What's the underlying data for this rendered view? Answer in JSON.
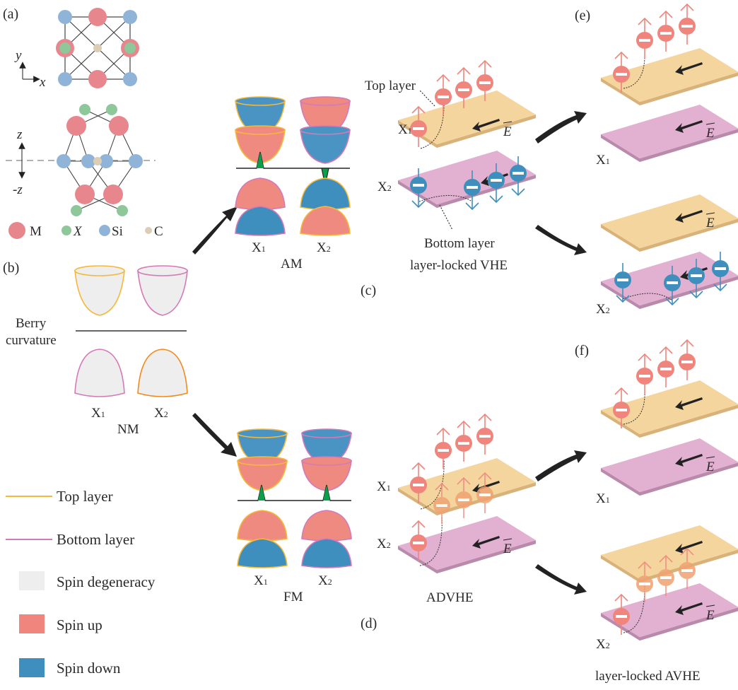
{
  "colors": {
    "atom_M": "#e8868d",
    "atom_X": "#8ec79a",
    "atom_Si": "#8fb4d8",
    "atom_C": "#dccdb5",
    "top_layer": "#f5b93a",
    "bottom_layer": "#d47ab8",
    "spin_degeneracy": "#eeeeee",
    "spin_up": "#ef857c",
    "spin_down": "#3f8fbe",
    "top_plate": "#f5d59e",
    "bottom_plate": "#e2b0d0",
    "berry_peak": "#0aa04a",
    "arrow": "#222222"
  },
  "panel_a": {
    "label": "(a)",
    "axis_y": "y",
    "axis_x": "x",
    "axis_z_up": "z",
    "axis_z_down": "-z",
    "legend": [
      {
        "name": "M",
        "color_key": "atom_M"
      },
      {
        "name": "X",
        "color_key": "atom_X"
      },
      {
        "name": "Si",
        "color_key": "atom_Si"
      },
      {
        "name": "C",
        "color_key": "atom_C"
      }
    ]
  },
  "panel_b": {
    "label": "(b)",
    "berry_label_line1": "Berry",
    "berry_label_line2": "curvature",
    "valley1": "X",
    "valley1_sub": "1",
    "valley2": "X",
    "valley2_sub": "2",
    "title": "NM"
  },
  "am": {
    "title": "AM",
    "valley1": "X",
    "valley1_sub": "1",
    "valley2": "X",
    "valley2_sub": "2"
  },
  "fm": {
    "title": "FM",
    "valley1": "X",
    "valley1_sub": "1",
    "valley2": "X",
    "valley2_sub": "2"
  },
  "panel_c": {
    "label": "(c)",
    "top_layer_label": "Top layer",
    "bottom_layer_label": "Bottom layer",
    "x1": "X",
    "x1_sub": "1",
    "x2": "X",
    "x2_sub": "2",
    "field": "E",
    "caption": "layer-locked VHE"
  },
  "panel_d": {
    "label": "(d)",
    "x1": "X",
    "x1_sub": "1",
    "x2": "X",
    "x2_sub": "2",
    "field": "E",
    "caption": "ADVHE"
  },
  "panel_e": {
    "label": "(e)",
    "x1": "X",
    "x1_sub": "1",
    "x2": "X",
    "x2_sub": "2",
    "field": "E"
  },
  "panel_f": {
    "label": "(f)",
    "x1": "X",
    "x1_sub": "1",
    "x2": "X",
    "x2_sub": "2",
    "field": "E",
    "caption": "layer-locked AVHE"
  },
  "legend": {
    "top_layer": "Top layer",
    "bottom_layer": "Bottom layer",
    "spin_degeneracy": "Spin degeneracy",
    "spin_up": "Spin up",
    "spin_down": "Spin down"
  }
}
